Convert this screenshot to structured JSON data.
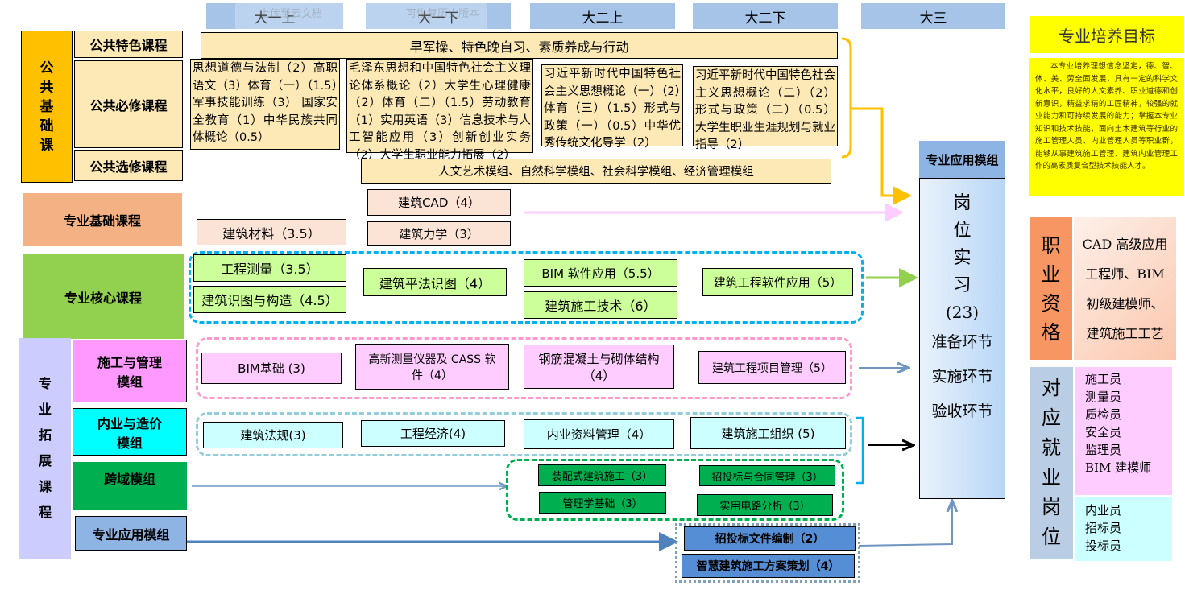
{
  "watermark": {
    "upload": "上传至云文档",
    "history": "可恢复历史版本"
  },
  "semesters": [
    "大一上",
    "大一下",
    "大二上",
    "大二下",
    "大三"
  ],
  "public_basics": {
    "group_label": "公共基础课",
    "feature_label": "公共特色课程",
    "required_label": "公共必修课程",
    "elective_label": "公共选修课程",
    "feature_courses": "早军操、特色晚自习、素质养成与行动",
    "required_courses": [
      "思想道德与法制（2）高职语文（3）体育（一）（1.5）军事技能训练（3） 国家安全教育（1）中华民族共同体概论（0.5）",
      "毛泽东思想和中国特色社会主义理论体系概论（2）大学生心理健康（2）体育（二）（1.5）劳动教育（1）实用英语（3）信息技术与人工智能应用（3）创新创业实务（2）大学生职业能力拓展（2）",
      "习近平新时代中国特色社会主义思想概论（一）（2）体育（三）（1.5）形式与政策（一）（0.5）中华优秀传统文化导学（2）",
      "习近平新时代中国特色社会主义思想概论（二）（2）形式与政策（二）（0.5）大学生职业生涯规划与就业指导（2）"
    ],
    "elective_courses": "人文艺术模组、自然科学模组、社会科学模组、经济管理模组"
  },
  "professional_basics": {
    "label": "专业基础课程",
    "courses": [
      "建筑CAD（4）",
      "建筑材料（3.5）",
      "建筑力学（3）"
    ]
  },
  "professional_core": {
    "label": "专业核心课程",
    "courses": [
      "工程测量（3.5）",
      "建筑识图与构造（4.5）",
      "建筑平法识图（4）",
      "BIM 软件应用（5.5）",
      "建筑施工技术（6）",
      "建筑工程软件应用（5）"
    ]
  },
  "professional_extension": {
    "label": "专业拓展课程",
    "modules": [
      {
        "label": "施工与管理模组",
        "courses": [
          "BIM基础 (3)",
          "高新测量仪器及 CASS 软件（4）",
          "钢筋混凝土与砌体结构（4）",
          "建筑工程项目管理（5）"
        ]
      },
      {
        "label": "内业与造价模组",
        "courses": [
          "建筑法规(3)",
          "工程经济(4)",
          "内业资料管理（4）",
          "建筑施工组织 (5)"
        ]
      },
      {
        "label": "跨域模组",
        "courses": [
          "装配式建筑施工（3）",
          "招投标与合同管理（3）",
          "管理学基础（3）",
          "实用电路分析（3）"
        ]
      },
      {
        "label": "专业应用模组",
        "courses": [
          "招投标文件编制（2）",
          "智慧建筑施工方案策划（4）"
        ]
      }
    ]
  },
  "internship": {
    "header": "专业应用模组",
    "title": "岗位实习",
    "credits": "(23)",
    "stages": [
      "准备环节",
      "实施环节",
      "验收环节"
    ]
  },
  "goal": {
    "title": "专业培养目标",
    "text": "本专业培养理想信念坚定，德、智、体、美、劳全面发展，具有一定的科学文化水平，良好的人文素养、职业道德和创新意识，精益求精的工匠精神，较强的就业能力和可持续发展的能力；掌握本专业知识和技术技能，面向土木建筑等行业的施工管理人员、内业管理人员等职业群，能够从事建筑施工管理、建筑内业管理工作的高素质复合型技术技能人才。"
  },
  "qualification": {
    "label": "职业资格",
    "text": "CAD 高级应用工程师、BIM 初级建模师、建筑施工工艺"
  },
  "jobs": {
    "label": "对应就业岗位",
    "group1": [
      "施工员",
      "测量员",
      "质检员",
      "安全员",
      "监理员",
      "BIM 建模师"
    ],
    "group2": [
      "内业员",
      "招标员",
      "投标员"
    ]
  },
  "colors": {
    "header": "#a5c4e8",
    "public": "#ffc000",
    "basics": "#f4b183",
    "core": "#92d050",
    "construction": "#ff99ff",
    "office": "#00ffff",
    "cross": "#00b050",
    "application": "#8eb4e3",
    "goal": "#ffff00",
    "qualification": "#f79663",
    "jobs": "#b9cde5"
  }
}
